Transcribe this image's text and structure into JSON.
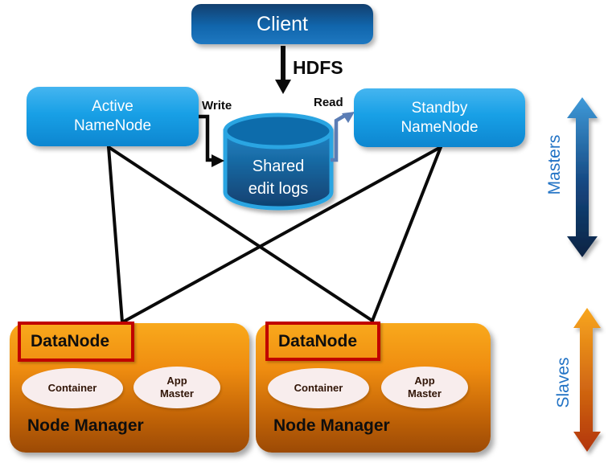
{
  "nodes": {
    "client": {
      "label": "Client"
    },
    "active_namenode": {
      "line1": "Active",
      "line2": "NameNode"
    },
    "standby_namenode": {
      "line1": "Standby",
      "line2": "NameNode"
    },
    "shared_edit_logs": {
      "line1": "Shared",
      "line2": "edit logs"
    }
  },
  "edge_labels": {
    "hdfs": "HDFS",
    "write": "Write",
    "read": "Read"
  },
  "side_labels": {
    "masters": "Masters",
    "slaves": "Slaves"
  },
  "datanodes": [
    {
      "title": "DataNode",
      "container_label": "Container",
      "app_master_line1": "App",
      "app_master_line2": "Master",
      "footer": "Node Manager"
    },
    {
      "title": "DataNode",
      "container_label": "Container",
      "app_master_line1": "App",
      "app_master_line2": "Master",
      "footer": "Node Manager"
    }
  ],
  "colors": {
    "client_gradient_top": "#123f6f",
    "client_gradient_bottom": "#1e78c1",
    "namenode_gradient_top": "#45b5f0",
    "namenode_gradient_bottom": "#0d86d0",
    "cylinder_stroke": "#2aa5e2",
    "cylinder_top_fill": "#0a6cab",
    "cylinder_body_top": "#1e83c4",
    "cylinder_body_bottom": "#10406f",
    "datanode_gradient_top": "#f9a91c",
    "datanode_gradient_bottom": "#9c4a05",
    "ellipse_fill": "#f8eded",
    "red_outline": "#c00000",
    "side_label_blue": "#2273c5",
    "read_arrow_blue": "#5b7db5",
    "masters_arrow_top": "#3f9ad9",
    "masters_arrow_bottom": "#0a2342",
    "slaves_arrow_top": "#f8a61e",
    "slaves_arrow_bottom": "#b23508",
    "connector_black": "#0a0a0a"
  }
}
